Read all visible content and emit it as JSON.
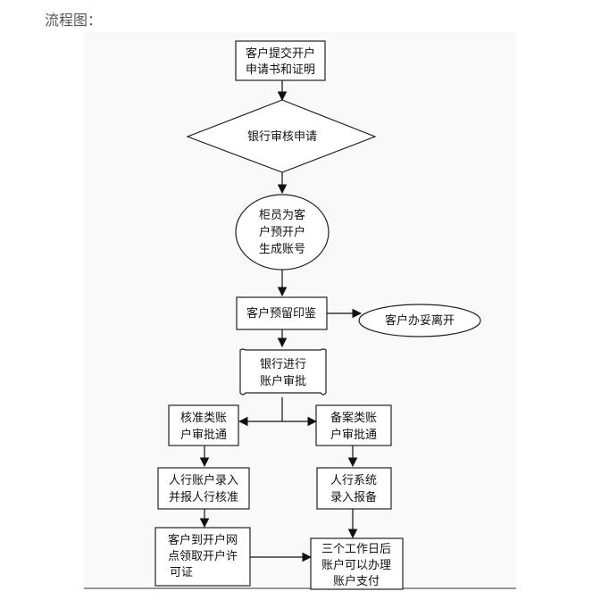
{
  "caption": "流程图：",
  "nodes": {
    "submit": {
      "shape": "rect",
      "lines": [
        "客户提交开户",
        "申请书和证明"
      ]
    },
    "bank_review": {
      "shape": "diamond",
      "lines": [
        "银行审核申请"
      ]
    },
    "teller": {
      "shape": "ellipse",
      "lines": [
        "柜员为客",
        "户预开户",
        "生成账号"
      ]
    },
    "seal": {
      "shape": "rect",
      "lines": [
        "客户预留印鉴"
      ]
    },
    "leave": {
      "shape": "ellipse",
      "lines": [
        "客户办妥离开"
      ]
    },
    "account_review": {
      "shape": "wavy-rect",
      "lines": [
        "银行进行",
        "账户审批"
      ]
    },
    "approval_type": {
      "shape": "rect",
      "lines": [
        "核准类账",
        "户审批通"
      ]
    },
    "filing_type": {
      "shape": "rect",
      "lines": [
        "备案类账",
        "户审批通"
      ]
    },
    "pboc_entry": {
      "shape": "rect",
      "lines": [
        "人行账户录入",
        "并报人行核准"
      ]
    },
    "pboc_system": {
      "shape": "rect",
      "lines": [
        "人行系统",
        "录入报备"
      ]
    },
    "collect_permit": {
      "shape": "rect",
      "lines": [
        "客户到开户网",
        "点领取开户许",
        "可证"
      ]
    },
    "three_days": {
      "shape": "rect",
      "lines": [
        "三个工作日后",
        "账户可以办理",
        "账户支付"
      ]
    }
  },
  "edges": [
    [
      "submit",
      "bank_review"
    ],
    [
      "bank_review",
      "teller"
    ],
    [
      "teller",
      "seal"
    ],
    [
      "seal",
      "leave"
    ],
    [
      "seal",
      "account_review"
    ],
    [
      "account_review",
      "approval_type"
    ],
    [
      "account_review",
      "filing_type"
    ],
    [
      "approval_type",
      "pboc_entry"
    ],
    [
      "filing_type",
      "pboc_system"
    ],
    [
      "pboc_entry",
      "collect_permit"
    ],
    [
      "pboc_system",
      "three_days"
    ],
    [
      "collect_permit",
      "three_days"
    ]
  ]
}
